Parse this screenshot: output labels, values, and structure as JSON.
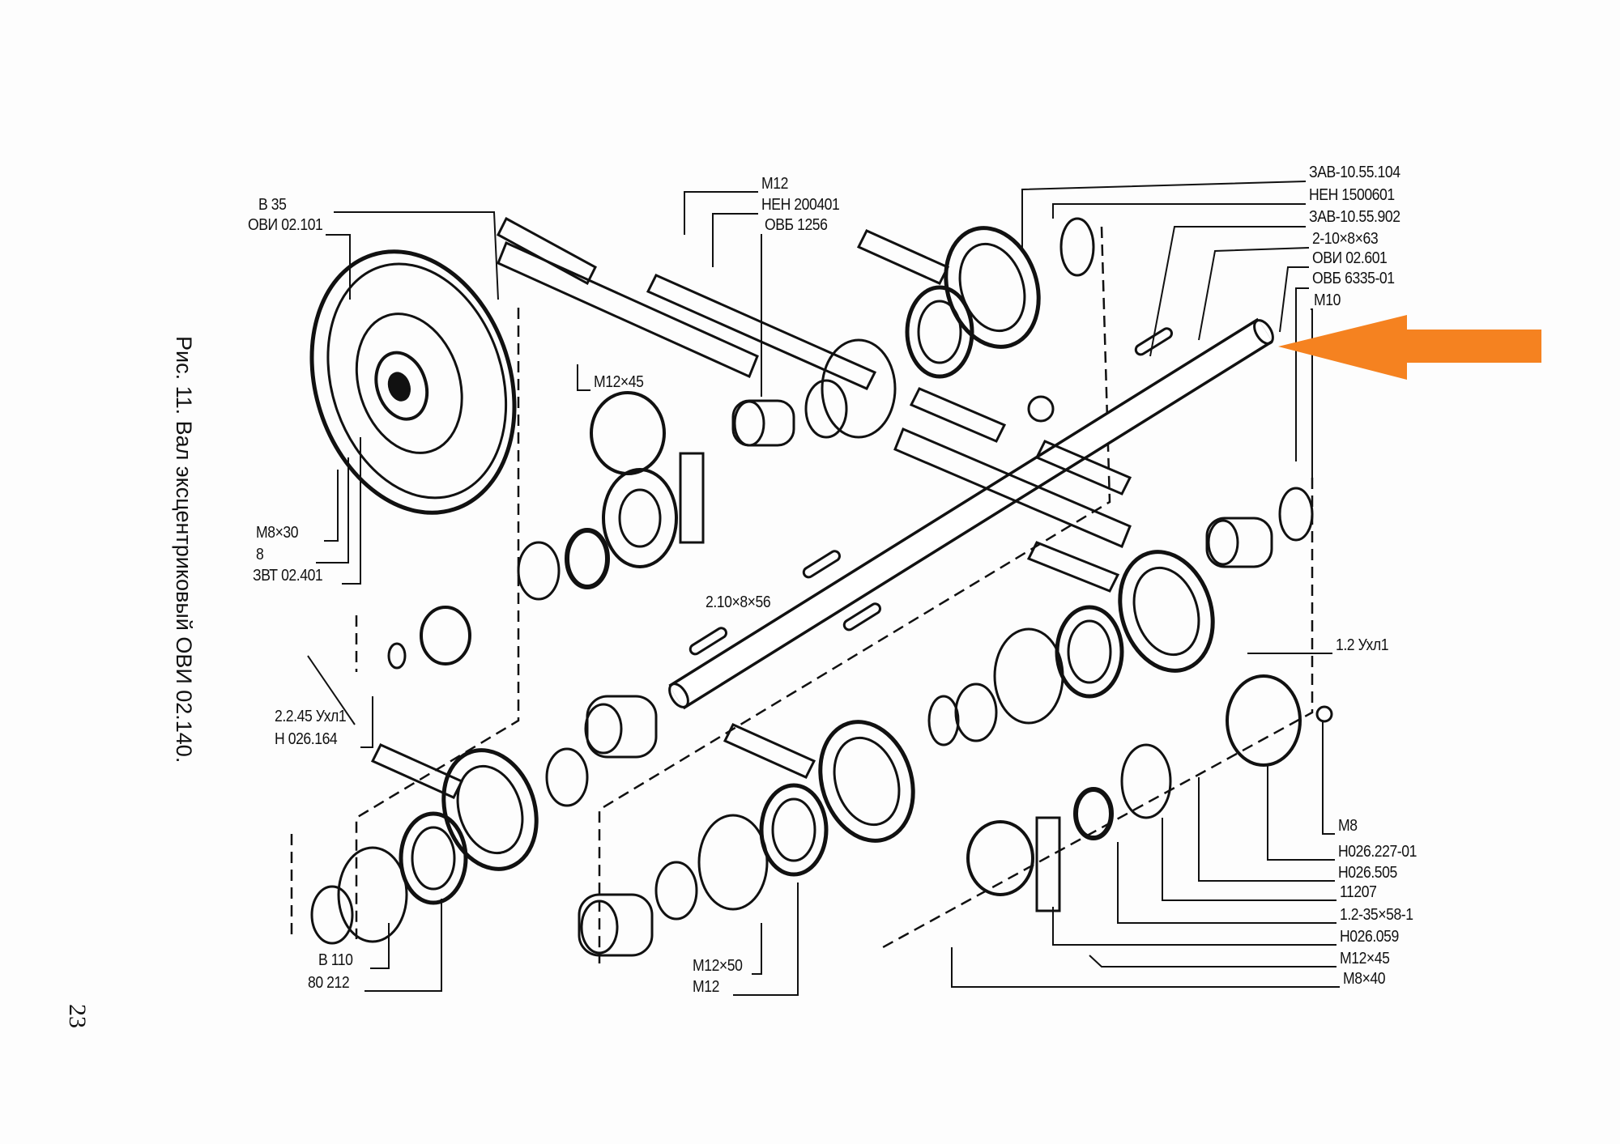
{
  "caption": "Рис. 11. Вал эксцентриковый ОВИ 02.140.",
  "page_number": "23",
  "arrow_color": "#F58220",
  "labels": [
    "ЗАВ-10.55.104",
    "НЕН 1500601",
    "ЗАВ-10.55.902",
    "2-10×8×63",
    "ОВИ 02.601",
    "ОВБ 6335-01",
    "М10",
    "М12",
    "НЕН 200401",
    "ОВБ 1256",
    "В 35",
    "ОВИ 02.101",
    "М12×45",
    "М8×30",
    "8",
    "ЗВТ 02.401",
    "2.10×8×56",
    "2.2.45 Ухл1",
    "Н 026.164",
    "1.2 Ухл1",
    "М8",
    "Н026.227-01",
    "Н026.505",
    "11207",
    "1.2-35×58-1",
    "Н026.059",
    "М12×45",
    "М8×40",
    "В 110",
    "80 212",
    "М12×50",
    "М12"
  ]
}
